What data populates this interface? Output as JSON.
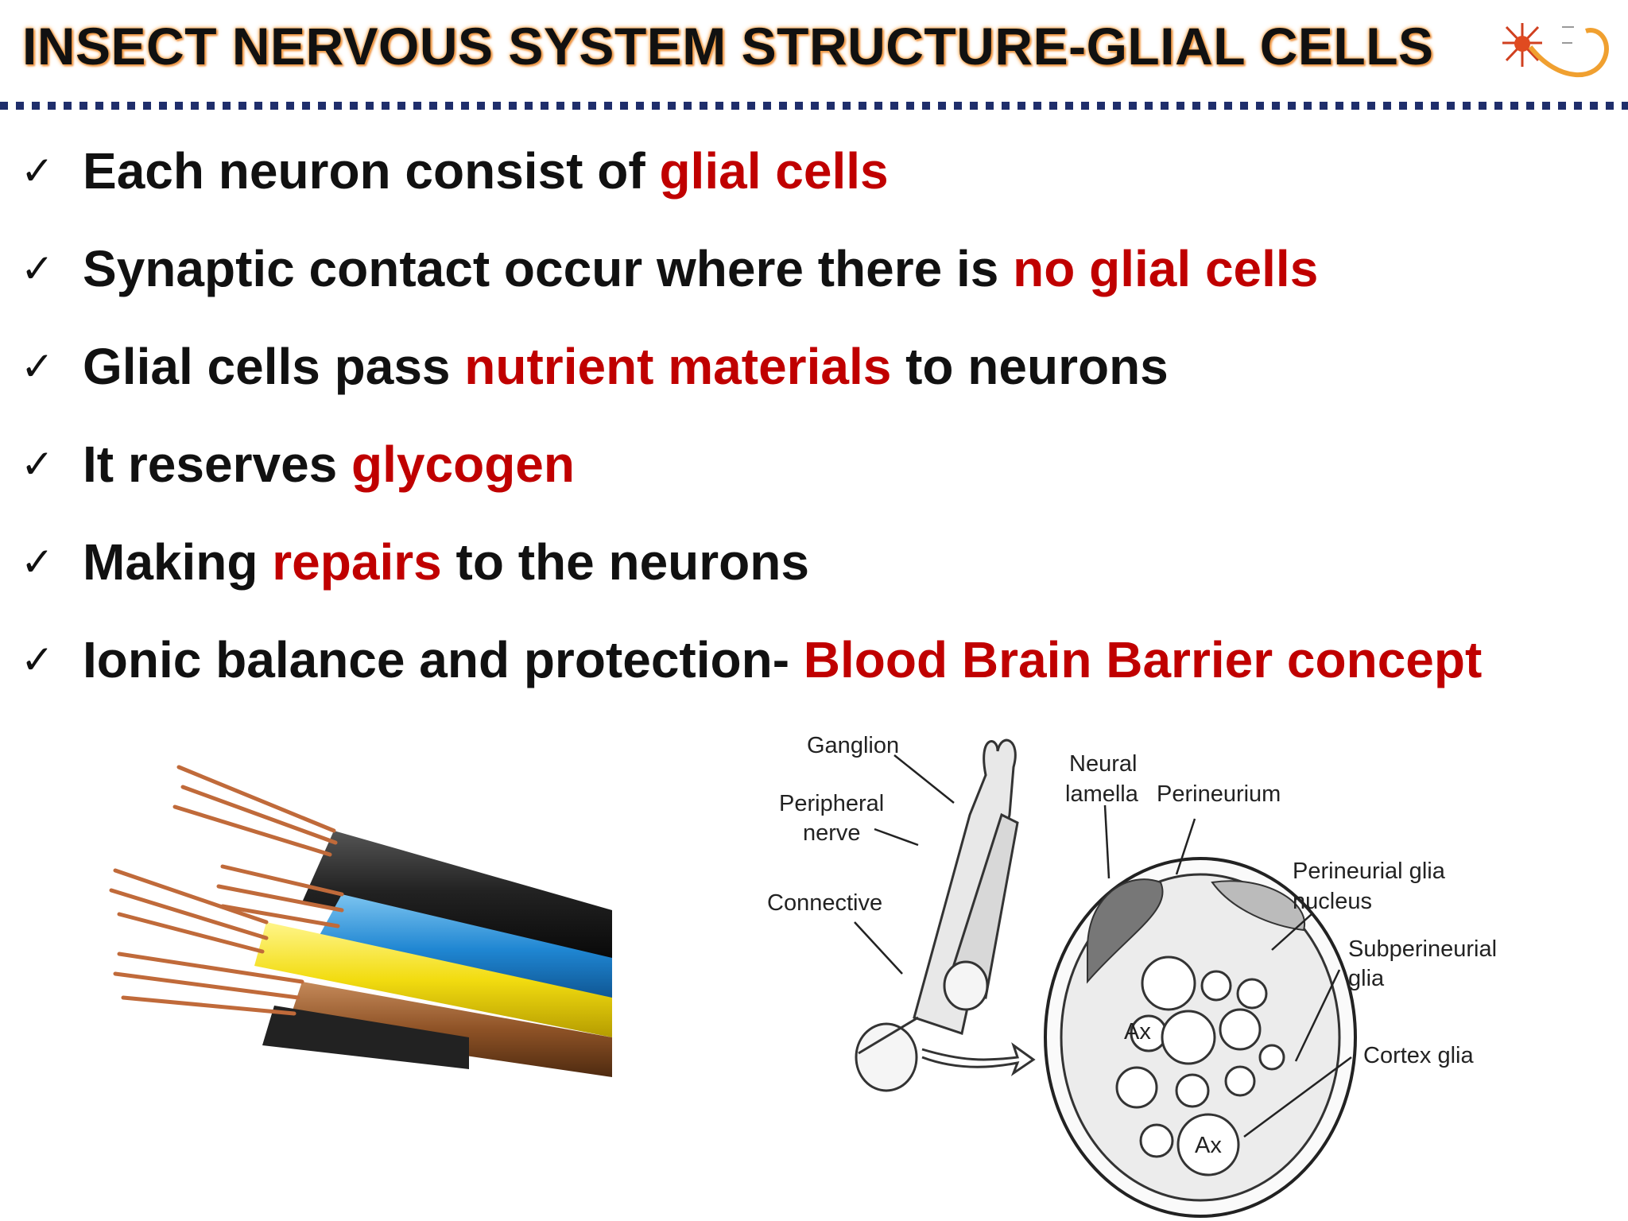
{
  "title": "INSECT NERVOUS SYSTEM STRUCTURE-GLIAL CELLS",
  "check_symbol": "✓",
  "bullets": [
    {
      "before": "Each neuron consist of ",
      "highlight": "glial cells",
      "after": ""
    },
    {
      "before": "Synaptic contact occur where there is ",
      "highlight": "no glial cells",
      "after": ""
    },
    {
      "before": "Glial cells pass ",
      "highlight": "nutrient materials",
      "after": " to neurons"
    },
    {
      "before": "It reserves ",
      "highlight": "glycogen",
      "after": ""
    },
    {
      "before": "Making ",
      "highlight": "repairs",
      "after": " to the neurons"
    },
    {
      "before": "Ionic balance and protection- ",
      "highlight": "Blood Brain Barrier concept",
      "after": ""
    }
  ],
  "diagram": {
    "ganglion": "Ganglion",
    "peripheral_nerve_1": "Peripheral",
    "peripheral_nerve_2": "nerve",
    "connective": "Connective",
    "neural_lamella_1": "Neural",
    "neural_lamella_2": "lamella",
    "perineurium": "Perineurium",
    "perineurial_glia_1": "Perineurial glia",
    "perineurial_glia_2": "nucleus",
    "subperineurial_1": "Subperineurial",
    "subperineurial_2": "glia",
    "cortex_glia": "Cortex glia",
    "axon_label": "Ax"
  },
  "colors": {
    "highlight": "#c00000",
    "text": "#111111",
    "rule": "#1f2e6b",
    "title_glow": "#f5a34a"
  }
}
